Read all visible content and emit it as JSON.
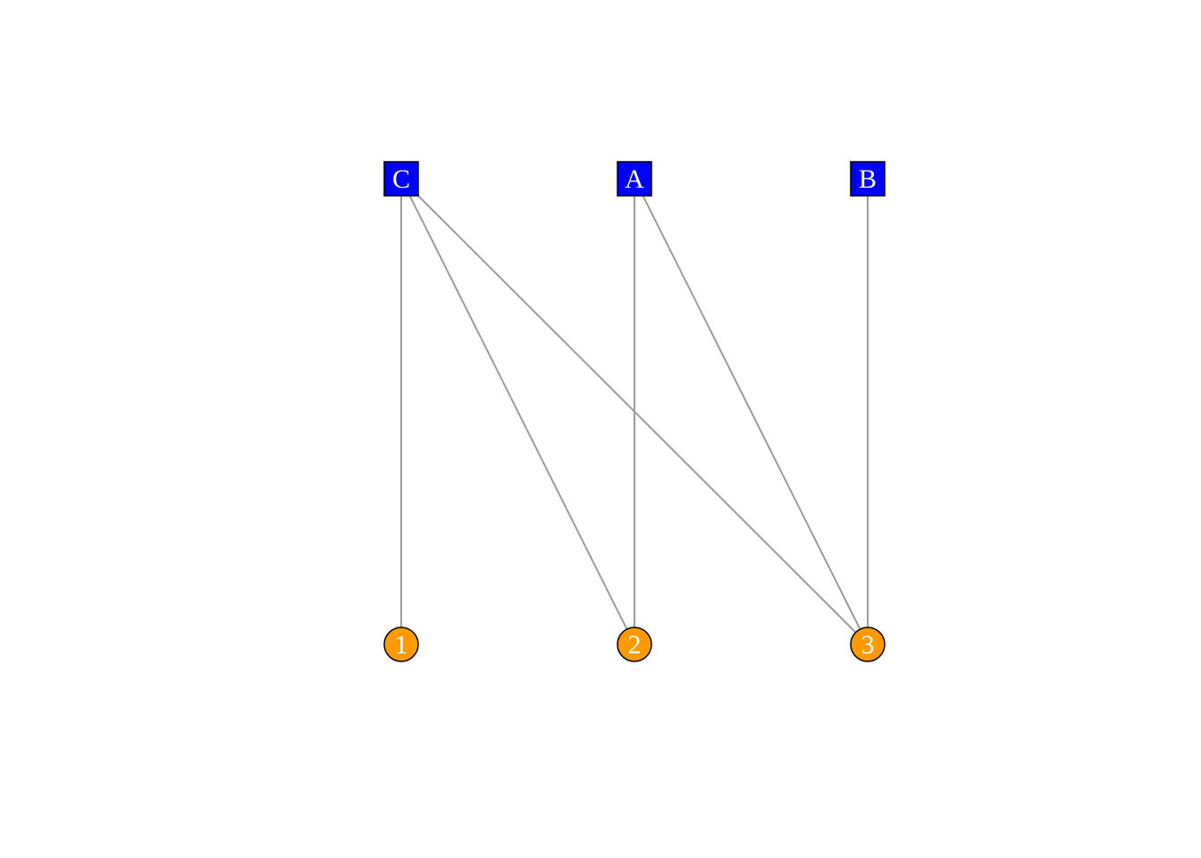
{
  "graph": {
    "type": "bipartite",
    "colors": {
      "top_fill": "#0000ff",
      "bottom_fill": "#ff9a00",
      "edge": "#9c9c9c",
      "outline": "#000000",
      "label": "#ffffff"
    },
    "top_nodes": [
      {
        "id": "C",
        "label": "C",
        "shape": "square"
      },
      {
        "id": "A",
        "label": "A",
        "shape": "square"
      },
      {
        "id": "B",
        "label": "B",
        "shape": "square"
      }
    ],
    "bottom_nodes": [
      {
        "id": "1",
        "label": "1",
        "shape": "circle"
      },
      {
        "id": "2",
        "label": "2",
        "shape": "circle"
      },
      {
        "id": "3",
        "label": "3",
        "shape": "circle"
      }
    ],
    "edges": [
      {
        "from": "C",
        "to": "1"
      },
      {
        "from": "C",
        "to": "2"
      },
      {
        "from": "C",
        "to": "3"
      },
      {
        "from": "A",
        "to": "2"
      },
      {
        "from": "A",
        "to": "3"
      },
      {
        "from": "B",
        "to": "3"
      }
    ]
  }
}
